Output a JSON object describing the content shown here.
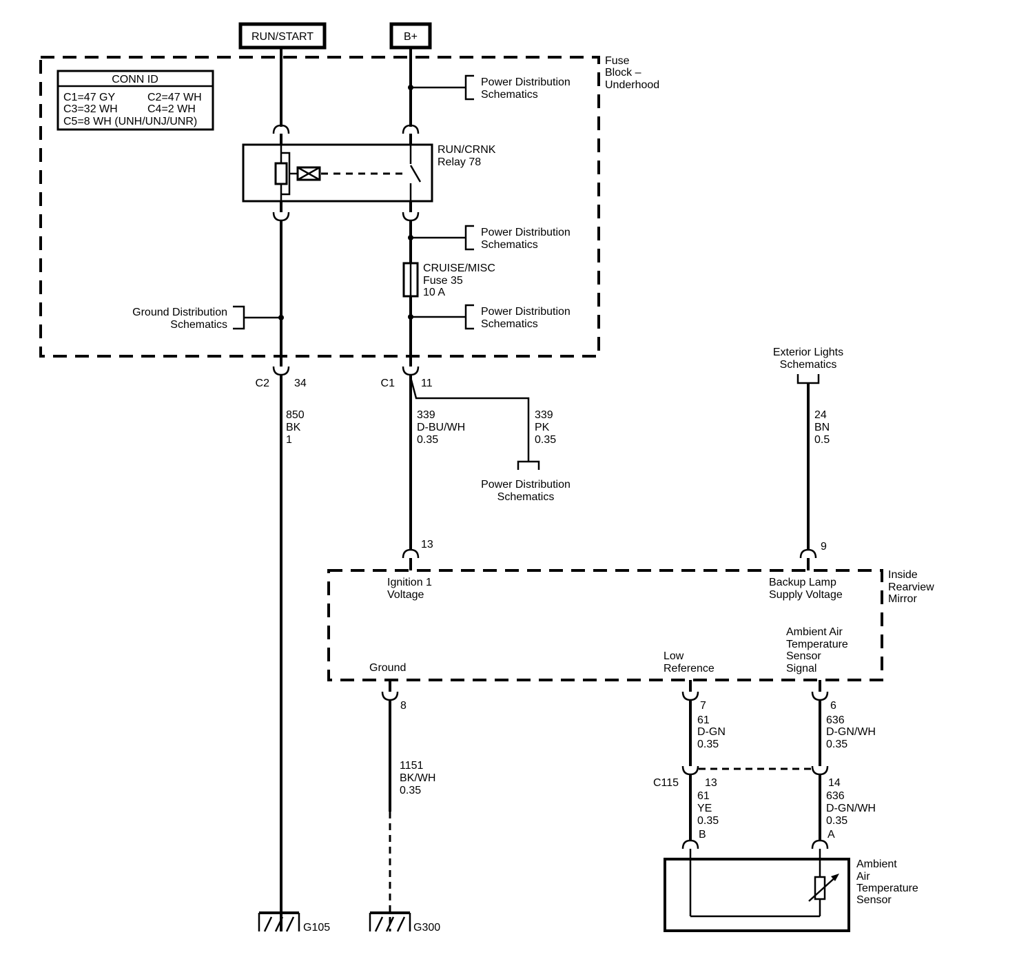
{
  "power_sources": {
    "run_start": "RUN/START",
    "b_plus": "B+"
  },
  "fuse_block": {
    "title_line1": "Fuse",
    "title_line2": "Block –",
    "title_line3": "Underhood"
  },
  "conn_id": {
    "title": "CONN ID",
    "c1": "C1=47 GY",
    "c2": "C2=47 WH",
    "c3": "C3=32 WH",
    "c4": "C4=2 WH",
    "c5": "C5=8 WH (UNH/UNJ/UNR)"
  },
  "relay": {
    "line1": "RUN/CRNK",
    "line2": "Relay 78"
  },
  "fuse": {
    "line1": "CRUISE/MISC",
    "line2": "Fuse 35",
    "line3": "10 A"
  },
  "power_distribution": {
    "line1": "Power Distribution",
    "line2": "Schematics"
  },
  "ground_distribution": {
    "line1": "Ground Distribution",
    "line2": "Schematics"
  },
  "exterior_lights": {
    "line1": "Exterior Lights",
    "line2": "Schematics"
  },
  "connectors": {
    "c2": "C2",
    "c2_pin": "34",
    "c1": "C1",
    "c1_pin": "11",
    "c115": "C115"
  },
  "wires": {
    "w850": {
      "circuit": "850",
      "color": "BK",
      "size": "1"
    },
    "w339a": {
      "circuit": "339",
      "color": "D-BU/WH",
      "size": "0.35"
    },
    "w339b": {
      "circuit": "339",
      "color": "PK",
      "size": "0.35"
    },
    "w24": {
      "circuit": "24",
      "color": "BN",
      "size": "0.5"
    },
    "w1151": {
      "circuit": "1151",
      "color": "BK/WH",
      "size": "0.35"
    },
    "w61a": {
      "circuit": "61",
      "color": "D-GN",
      "size": "0.35"
    },
    "w636a": {
      "circuit": "636",
      "color": "D-GN/WH",
      "size": "0.35"
    },
    "w61b": {
      "circuit": "61",
      "color": "YE",
      "size": "0.35"
    },
    "w636b": {
      "circuit": "636",
      "color": "D-GN/WH",
      "size": "0.35"
    }
  },
  "mirror": {
    "title_line1": "Inside",
    "title_line2": "Rearview",
    "title_line3": "Mirror",
    "pin_ign": "13",
    "pin_backup": "9",
    "pin_ground": "8",
    "pin_lowref": "7",
    "pin_signal": "6",
    "ign_line1": "Ignition 1",
    "ign_line2": "Voltage",
    "backup_line1": "Backup Lamp",
    "backup_line2": "Supply Voltage",
    "ground": "Ground",
    "lowref_line1": "Low",
    "lowref_line2": "Reference",
    "signal_line1": "Ambient Air",
    "signal_line2": "Temperature",
    "signal_line3": "Sensor",
    "signal_line4": "Signal"
  },
  "c115_pins": {
    "p13": "13",
    "p14": "14"
  },
  "sensor": {
    "pin_b": "B",
    "pin_a": "A",
    "line1": "Ambient",
    "line2": "Air",
    "line3": "Temperature",
    "line4": "Sensor"
  },
  "grounds": {
    "g105": "G105",
    "g300": "G300"
  }
}
